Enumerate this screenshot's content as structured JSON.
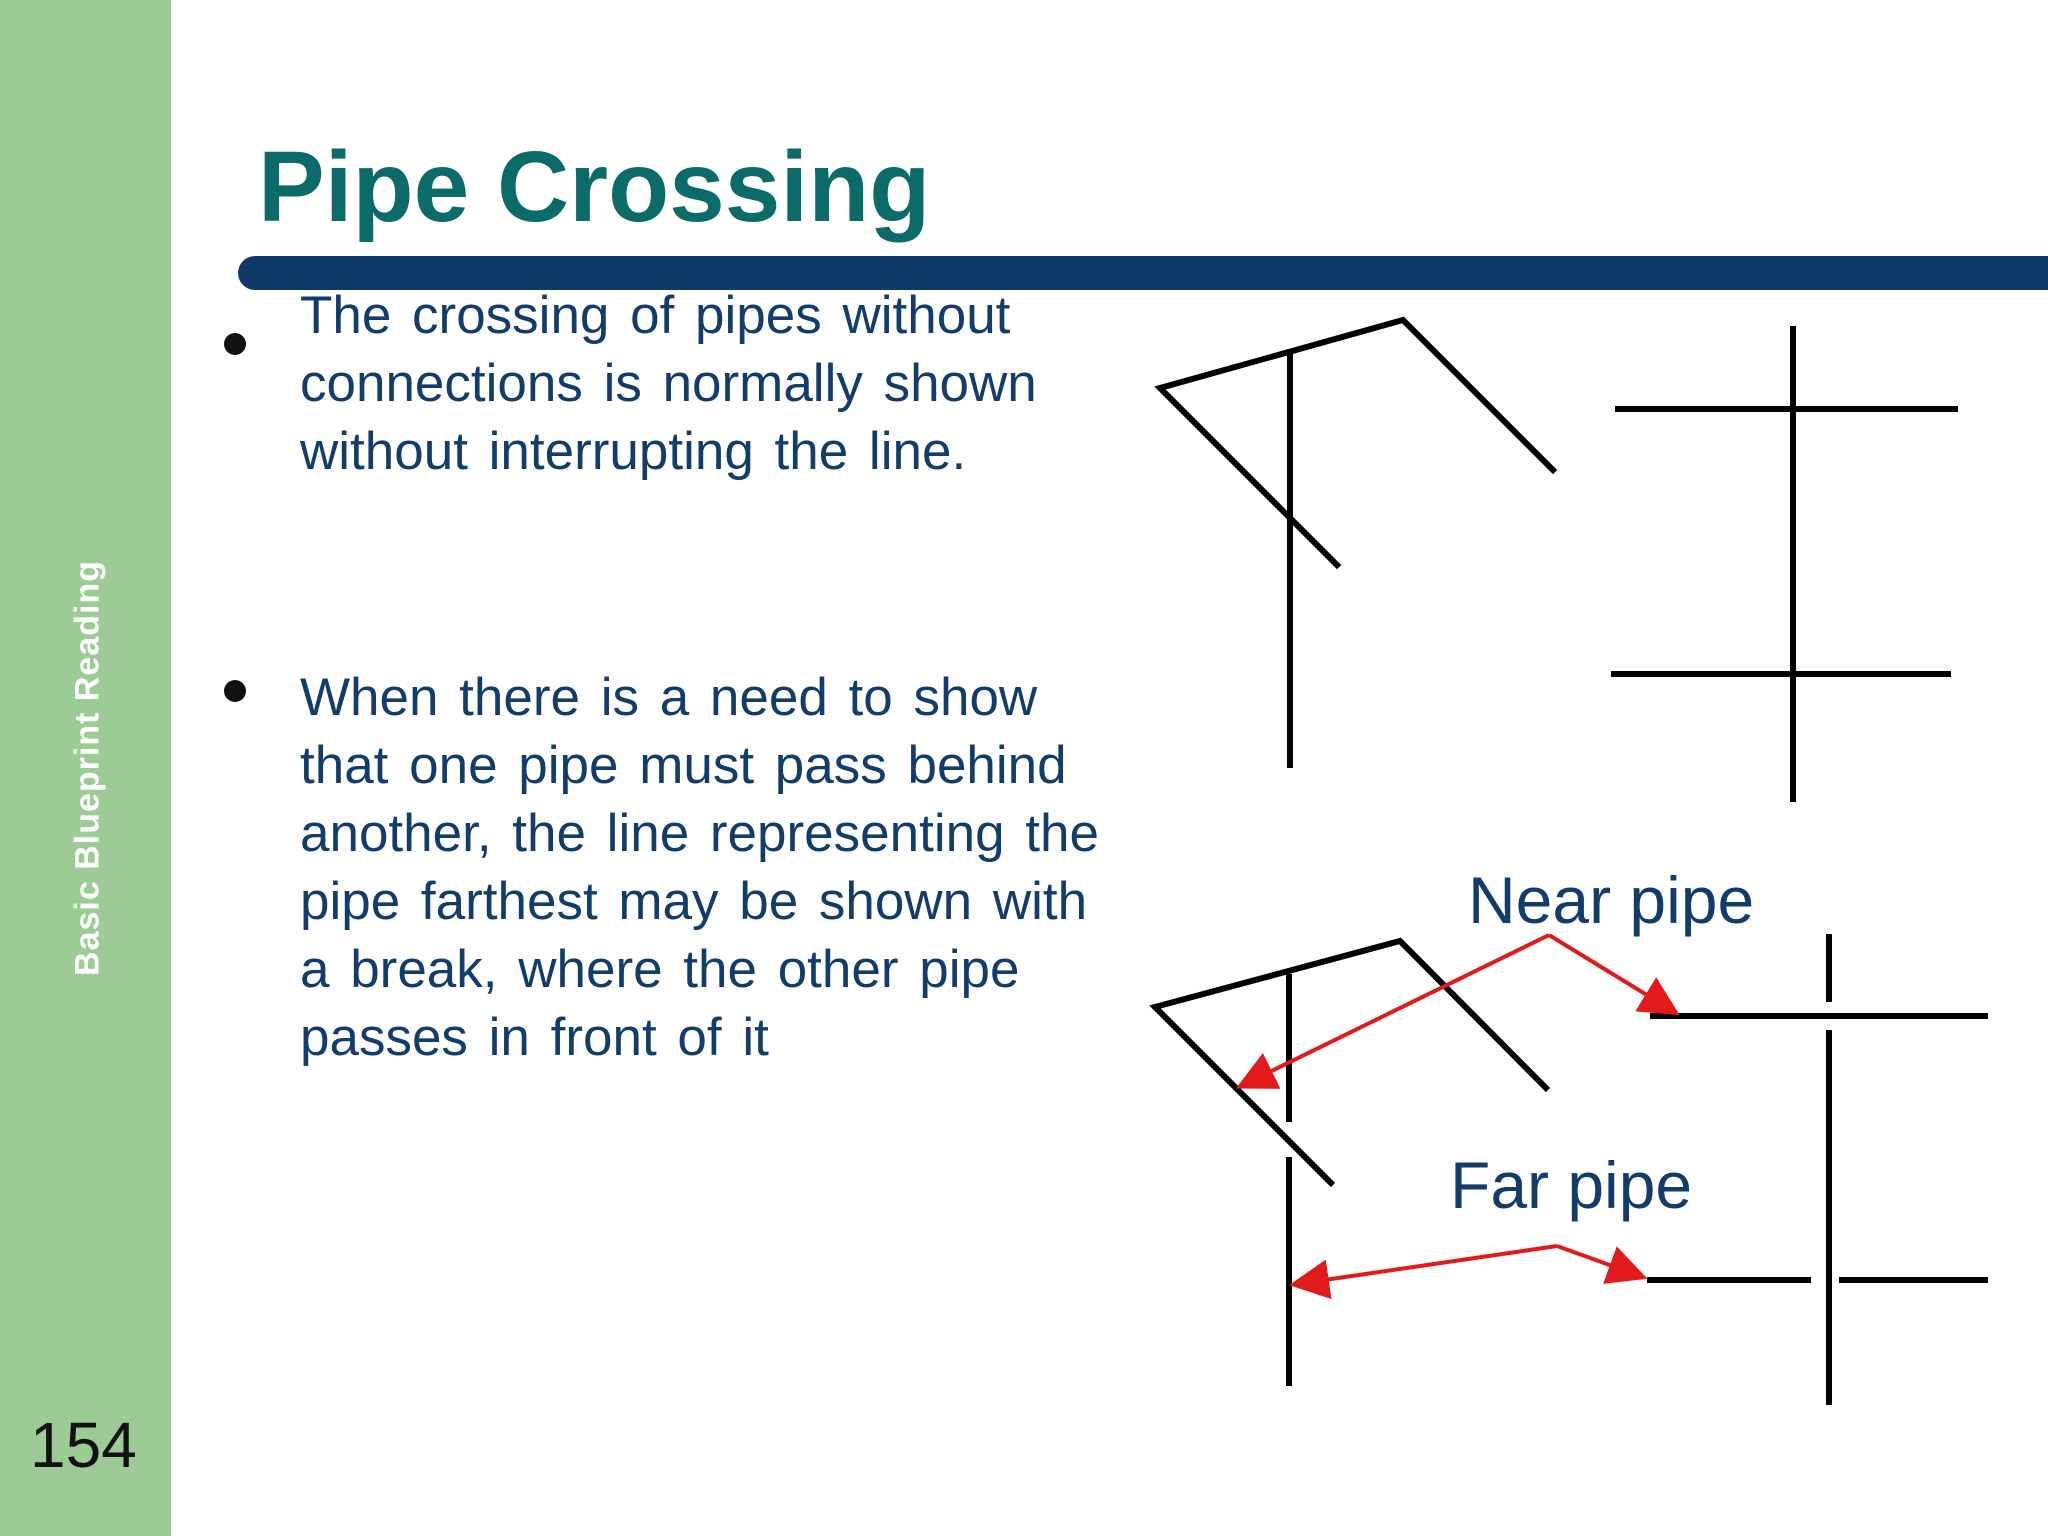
{
  "slide": {
    "title": "Pipe Crossing",
    "sidebar_label": "Basic Blueprint Reading",
    "page_number": "154",
    "bullets": [
      {
        "text": "The crossing of pipes without connections is normally shown without interrupting the line."
      },
      {
        "text": "When there is a need to show that one pipe must pass behind another, the line representing the pipe farthest may be shown with a break, where the other pipe passes in front of it"
      }
    ]
  },
  "diagram": {
    "near_pipe_label": "Near pipe",
    "far_pipe_label": "Far pipe",
    "line_color": "#000000",
    "arrow_color": "#e11b1b"
  },
  "colors": {
    "sidebar": "#9ccb96",
    "title": "#0b6b68",
    "rule": "#0d3a68",
    "body_text": "#123c6b"
  }
}
